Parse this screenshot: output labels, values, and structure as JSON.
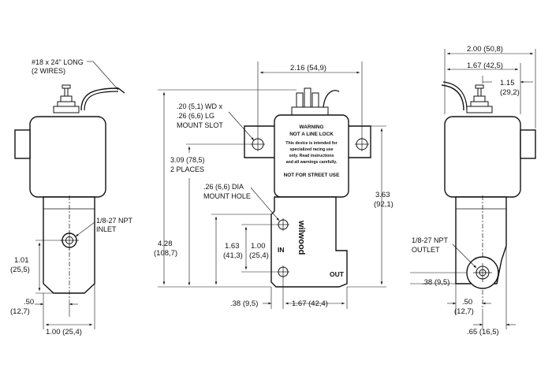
{
  "left_view": {
    "wire_note_line1": "#18 x 24\" LONG",
    "wire_note_line2": "(2 WIRES)",
    "port_note_line1": "1/8-27 NPT",
    "port_note_line2": "INLET",
    "dim_port_height": "1.01",
    "dim_port_height_mm": "(25,5)",
    "dim_port_offset": ".50",
    "dim_port_offset_mm": "(12,7)",
    "dim_width": "1.00 (25,4)"
  },
  "center_view": {
    "dim_slot_span": "2.16 (54,9)",
    "slot_note_line1": ".20 (5,1) WD x",
    "slot_note_line2": ".26 (6,6) LG",
    "slot_note_line3": "MOUNT SLOT",
    "slot_height_line1": "3.09 (78,5)",
    "slot_height_line2": "2 PLACES",
    "hole_note_line1": ".26 (6,6) DIA",
    "hole_note_line2": "MOUNT HOLE",
    "dim_overall_height": "4.28",
    "dim_overall_height_mm": "(108,7)",
    "dim_hole_height": "1.63",
    "dim_hole_height_mm": "(41,3)",
    "dim_hole_spacing": "1.00",
    "dim_hole_spacing_mm": "(25,4)",
    "dim_body_height": "3.63",
    "dim_body_height_mm": "(92,1)",
    "dim_hole_edge": ".38 (9,5)",
    "dim_hole_span": "1.67 (42,4)",
    "label_in": "IN",
    "label_out": "OUT",
    "brand": "wilwood",
    "warning": {
      "title1": "WARNING",
      "title2": "NOT A LINE LOCK",
      "line1": "This device is intended for",
      "line2": "specialized racing use",
      "line3": "only.  Read instructions",
      "line4": "and all warnings carefully.",
      "footer": "NOT FOR STREET USE"
    }
  },
  "right_view": {
    "dim_overall_depth": "2.00 (50,8)",
    "dim_depth_2": "1.67 (42,5)",
    "dim_depth_3": "1.15",
    "dim_depth_3_mm": "(29,2)",
    "port_note_line1": "1/8-27 NPT",
    "port_note_line2": "OUTLET",
    "dim_port_offset": ".38 (9,5)",
    "dim_port_bottom": ".50",
    "dim_port_bottom_mm": "(12,7)",
    "dim_port_side": ".65 (16,5)"
  },
  "colors": {
    "line": "#111111",
    "fill": "#ffffff"
  }
}
